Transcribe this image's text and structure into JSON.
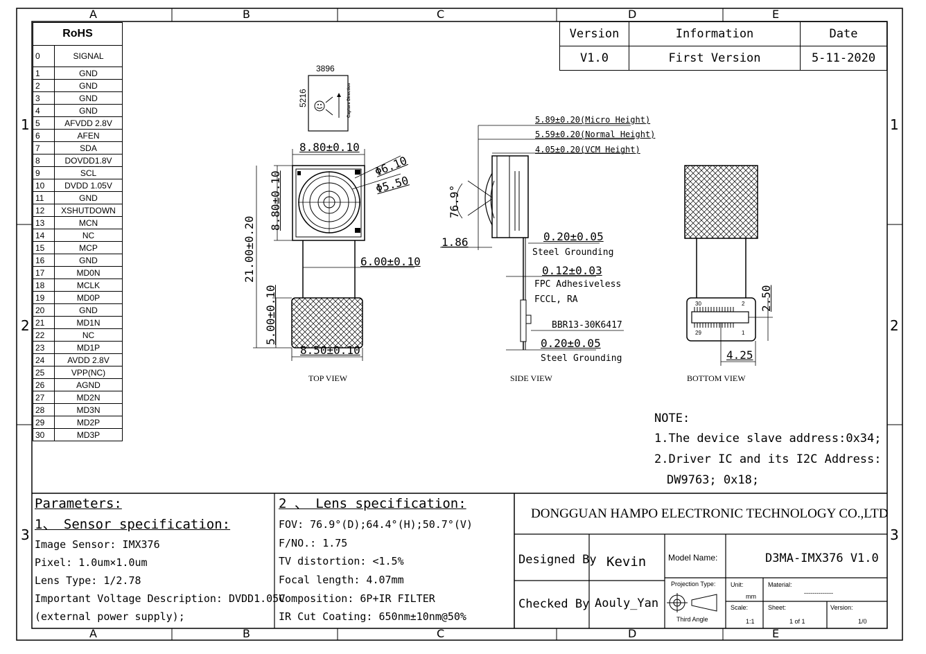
{
  "grid": {
    "cols": [
      "A",
      "B",
      "C",
      "D",
      "E"
    ],
    "rows": [
      "1",
      "2",
      "3"
    ]
  },
  "pin_table": {
    "title": "RoHS",
    "pins": [
      [
        "0",
        "SIGNAL"
      ],
      [
        "1",
        "GND"
      ],
      [
        "2",
        "GND"
      ],
      [
        "3",
        "GND"
      ],
      [
        "4",
        "GND"
      ],
      [
        "5",
        "AFVDD 2.8V"
      ],
      [
        "6",
        "AFEN"
      ],
      [
        "7",
        "SDA"
      ],
      [
        "8",
        "DOVDD1.8V"
      ],
      [
        "9",
        "SCL"
      ],
      [
        "10",
        "DVDD 1.05V"
      ],
      [
        "11",
        "GND"
      ],
      [
        "12",
        "XSHUTDOWN"
      ],
      [
        "13",
        "MCN"
      ],
      [
        "14",
        "NC"
      ],
      [
        "15",
        "MCP"
      ],
      [
        "16",
        "GND"
      ],
      [
        "17",
        "MD0N"
      ],
      [
        "18",
        "MCLK"
      ],
      [
        "19",
        "MD0P"
      ],
      [
        "20",
        "GND"
      ],
      [
        "21",
        "MD1N"
      ],
      [
        "22",
        "NC"
      ],
      [
        "23",
        "MD1P"
      ],
      [
        "24",
        "AVDD 2.8V"
      ],
      [
        "25",
        "VPP(NC)"
      ],
      [
        "26",
        "AGND"
      ],
      [
        "27",
        "MD2N"
      ],
      [
        "28",
        "MD3N"
      ],
      [
        "29",
        "MD2P"
      ],
      [
        "30",
        "MD3P"
      ]
    ]
  },
  "revision": {
    "headers": [
      "Version",
      "Information",
      "Date"
    ],
    "row": [
      "V1.0",
      "First Version",
      "5-11-2020"
    ]
  },
  "sensor_icon": {
    "width_label": "3896",
    "height_label": "5216",
    "side_text": "Capture Direction"
  },
  "top_view": {
    "label": "TOP VIEW",
    "dims": {
      "width": "8.80±0.10",
      "height": "8.80±0.10",
      "d1": "Φ6.10",
      "d2": "Φ5.50",
      "total": "21.00±0.20",
      "fpc": "6.00±0.10",
      "conn_h": "5.00±0.10",
      "conn_w": "8.50±0.10"
    }
  },
  "side_view": {
    "label": "SIDE VIEW",
    "dims": {
      "micro": "5.89±0.20(Micro Height)",
      "normal": "5.59±0.20(Normal Height)",
      "vcm": "4.05±0.20(VCM Height)",
      "angle": "76.9°",
      "lens": "1.86",
      "g1": "0.20±0.05",
      "g1_note": "Steel Grounding",
      "fpc": "0.12±0.03",
      "fpc_note1": "FPC Adhesiveless",
      "fpc_note2": "FCCL, RA",
      "conn": "BBR13-30K6417",
      "g2": "0.20±0.05",
      "g2_note": "Steel Grounding"
    }
  },
  "bottom_view": {
    "label": "BOTTOM VIEW",
    "dims": {
      "h": "2.50",
      "w": "4.25",
      "p30": "30",
      "p2": "2",
      "p29": "29",
      "p1": "1"
    }
  },
  "notes": [
    "NOTE:",
    "1.The device slave address:0x34;",
    "2.Driver IC and its I2C Address:",
    "DW9763;  0x18;"
  ],
  "params": {
    "title": "Parameters:",
    "sensor_title": "1、 Sensor specification:",
    "sensor": [
      "Image Sensor: IMX376",
      "Pixel: 1.0um×1.0um",
      "Lens Type: 1/2.78",
      "Important Voltage Description: DVDD1.05V",
      "(external power supply);"
    ],
    "lens_title": "2 、 Lens specification:",
    "lens": [
      "FOV: 76.9°(D);64.4°(H);50.7°(V)",
      "F/NO.: 1.75",
      "TV distortion: <1.5%",
      "Focal length: 4.07mm",
      "Composition: 6P+IR FILTER",
      "IR Cut Coating: 650nm±10nm@50%"
    ]
  },
  "title_block": {
    "company": "DONGGUAN HAMPO ELECTRONIC TECHNOLOGY CO.,LTD",
    "designed_by_label": "Designed By",
    "designed_by": "Kevin",
    "checked_by_label": "Checked By",
    "checked_by": "Aouly_Yan",
    "model_label": "Model Name:",
    "model": "D3MA-IMX376 V1.0",
    "projection_label": "Projection Type:",
    "projection": "Third Angle",
    "unit_label": "Unit:",
    "unit": "mm",
    "material_label": "Material:",
    "material": "--------------",
    "scale_label": "Scale:",
    "scale": "1:1",
    "sheet_label": "Sheet:",
    "sheet": "1 of 1",
    "version_label": "Version:",
    "version": "1/0"
  }
}
